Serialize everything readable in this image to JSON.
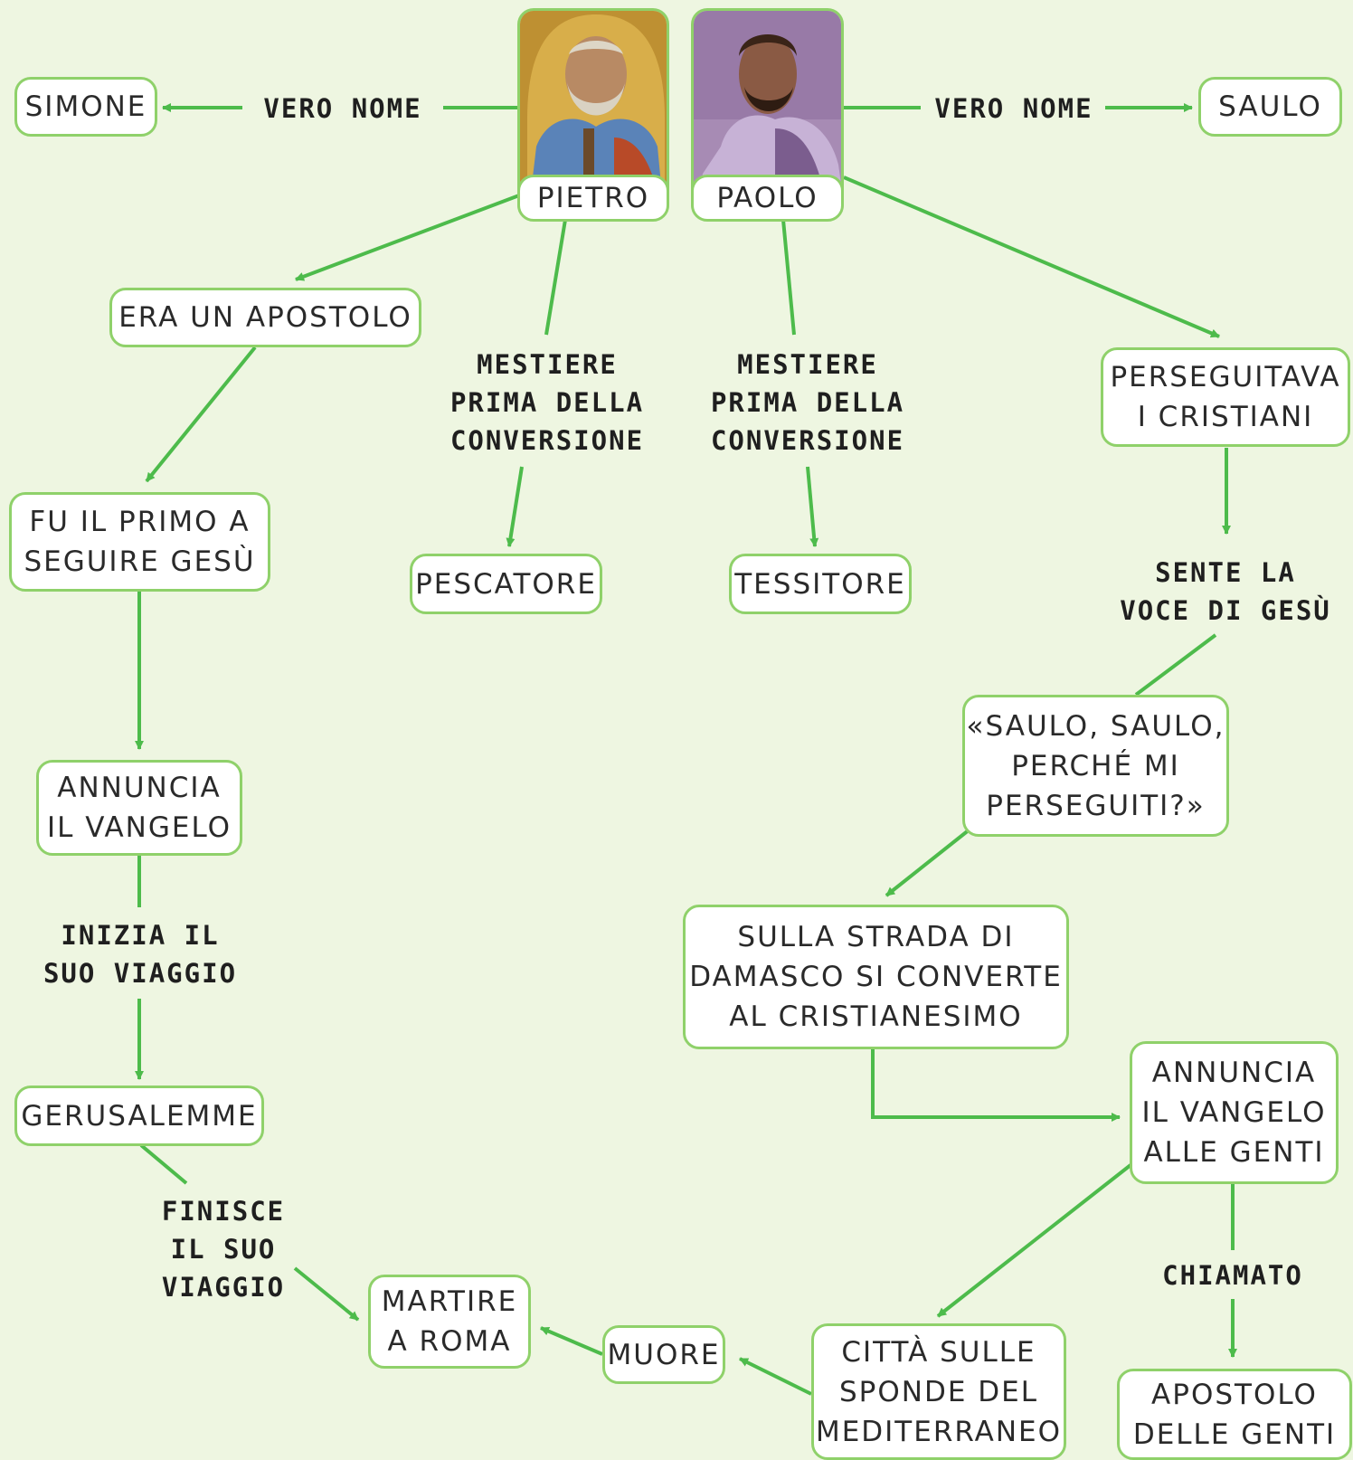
{
  "colors": {
    "background": "#eef6e1",
    "box_border": "#8fd16a",
    "arrow": "#4dbb4b",
    "text": "#2a2a2a"
  },
  "persons": {
    "pietro": {
      "name": "PIETRO",
      "portrait": "saint-peter-icon"
    },
    "paolo": {
      "name": "PAOLO",
      "portrait": "saint-paul-icon"
    }
  },
  "nodes": {
    "simone": "SIMONE",
    "saulo": "SAULO",
    "era_apostolo": "ERA UN APOSTOLO",
    "primo_seguire": "FU IL PRIMO A\nSEGUIRE GESÙ",
    "annuncia_vangelo": "ANNUNCIA\nIL VANGELO",
    "gerusalemme": "GERUSALEMME",
    "martire_roma": "MARTIRE\nA ROMA",
    "muore": "MUORE",
    "pescatore": "PESCATORE",
    "tessitore": "TESSITORE",
    "perseguitava": "PERSEGUITAVA\nI CRISTIANI",
    "saulo_voce": "«SAULO, SAULO,\nPERCHÉ MI\nPERSEGUITI?»",
    "damasco": "SULLA STRADA DI\nDAMASCO SI CONVERTE\nAL CRISTIANESIMO",
    "annuncia_genti": "ANNUNCIA\nIL VANGELO\nALLE GENTI",
    "citta": "CITTÀ SULLE\nSPONDE DEL\nMEDITERRANEO",
    "apostolo_genti": "APOSTOLO\nDELLE GENTI"
  },
  "labels": {
    "vero_nome_left": "VERO NOME",
    "vero_nome_right": "VERO NOME",
    "mestiere_pietro": "MESTIERE\nPRIMA DELLA\nCONVERSIONE",
    "mestiere_paolo": "MESTIERE\nPRIMA DELLA\nCONVERSIONE",
    "sente_voce": "SENTE LA\nVOCE DI GESÙ",
    "inizia_viaggio": "INIZIA IL\nSUO VIAGGIO",
    "finisce_viaggio": "FINISCE\nIL SUO\nVIAGGIO",
    "chiamato": "CHIAMATO"
  }
}
